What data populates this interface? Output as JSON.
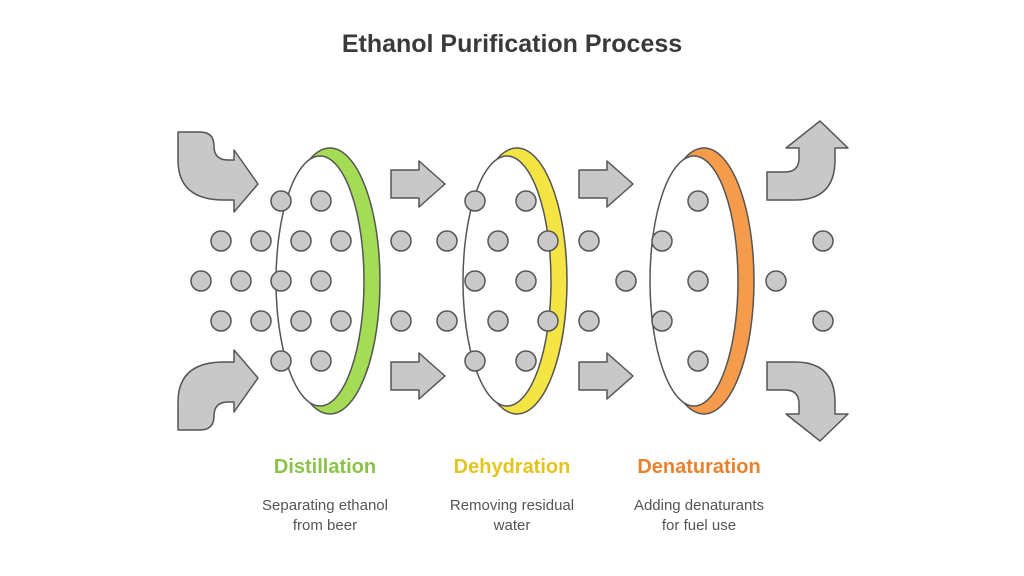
{
  "title": "Ethanol Purification Process",
  "stages": [
    {
      "label": "Distillation",
      "description": "Separating ethanol\nfrom beer",
      "color": "#8bc34a",
      "ring_fill": "#a4dd55"
    },
    {
      "label": "Dehydration",
      "description": "Removing residual\nwater",
      "color": "#e3c51f",
      "ring_fill": "#f4e544"
    },
    {
      "label": "Denaturation",
      "description": "Adding denaturants\nfor fuel use",
      "color": "#e8822e",
      "ring_fill": "#f59c4c"
    }
  ],
  "colors": {
    "arrow_fill": "#c8c8c8",
    "arrow_stroke": "#555555",
    "particle_fill": "#c9c9c9",
    "particle_stroke": "#555555"
  }
}
